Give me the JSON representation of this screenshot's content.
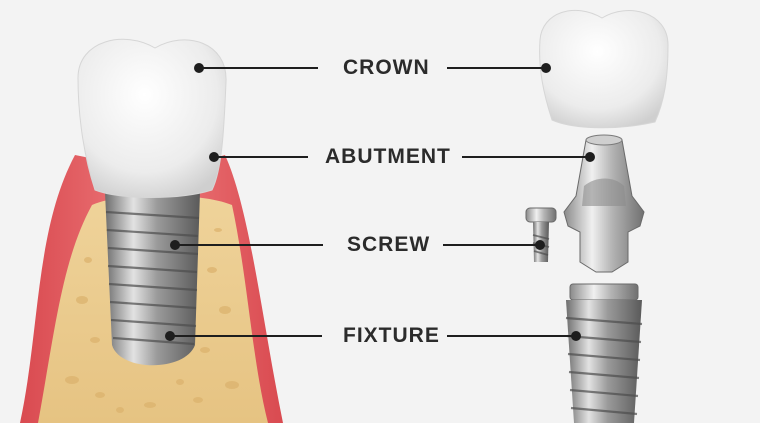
{
  "labels": {
    "crown": "CROWN",
    "abutment": "ABUTMENT",
    "screw": "SCREW",
    "fixture": "FIXTURE"
  },
  "colors": {
    "background": "#f3f3f3",
    "gum": "#e0585c",
    "bone": "#e8c98a",
    "tooth": "#f7f7f7",
    "metal": "#a9a9a9",
    "line": "#1e1e1e"
  },
  "icons": [
    "tooth-crown",
    "gum-tissue",
    "jaw-bone",
    "titanium-screw",
    "implant-fixture",
    "abutment-post"
  ]
}
